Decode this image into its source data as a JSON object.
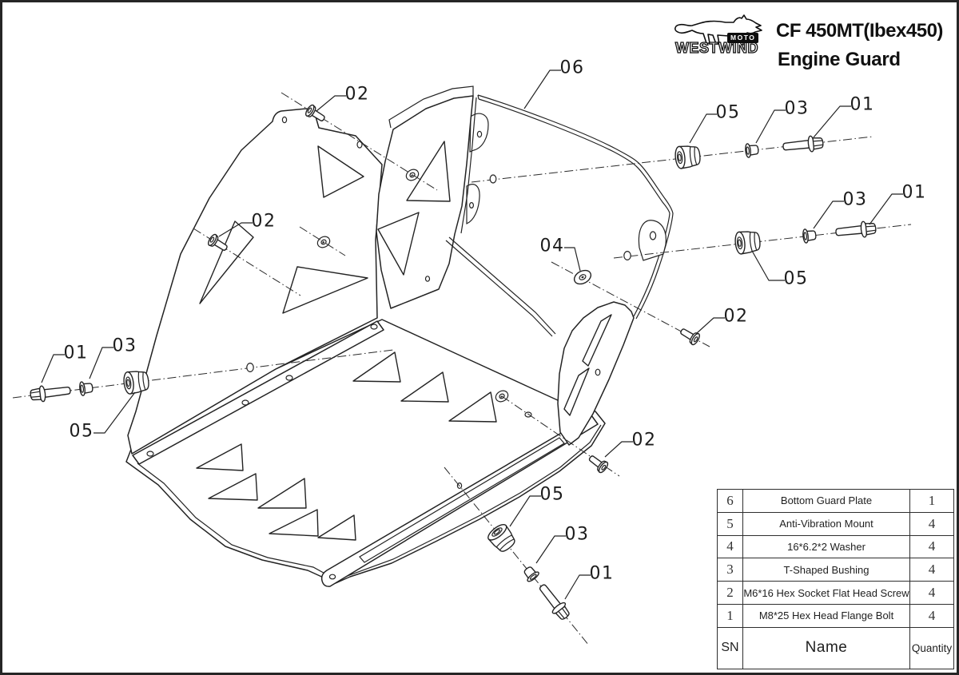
{
  "header": {
    "brand": "WESTWIND",
    "brand_sub": "MOTO",
    "model": "CF 450MT(Ibex450)",
    "product": "Engine Guard"
  },
  "callouts": {
    "c06": "06",
    "c02a": "02",
    "c05a": "05",
    "c03a": "03",
    "c01a": "01",
    "c02b": "02",
    "c03b": "03",
    "c01b": "01",
    "c04": "04",
    "c05b": "05",
    "c02c": "02",
    "c01c": "01",
    "c03c": "03",
    "c05c": "05",
    "c02d": "02",
    "c05d": "05",
    "c03d": "03",
    "c01d": "01"
  },
  "bom": {
    "headers": {
      "sn": "SN",
      "name": "Name",
      "qty": "Quantity"
    },
    "rows": [
      {
        "sn": "6",
        "name": "Bottom Guard Plate",
        "qty": "1"
      },
      {
        "sn": "5",
        "name": "Anti-Vibration Mount",
        "qty": "4"
      },
      {
        "sn": "4",
        "name": "16*6.2*2 Washer",
        "qty": "4"
      },
      {
        "sn": "3",
        "name": "T-Shaped Bushing",
        "qty": "4"
      },
      {
        "sn": "2",
        "name": "M6*16 Hex Socket Flat Head Screw",
        "qty": "4"
      },
      {
        "sn": "1",
        "name": "M8*25 Hex Head Flange Bolt",
        "qty": "4"
      }
    ]
  },
  "colors": {
    "line": "#232323",
    "background": "#ffffff"
  }
}
